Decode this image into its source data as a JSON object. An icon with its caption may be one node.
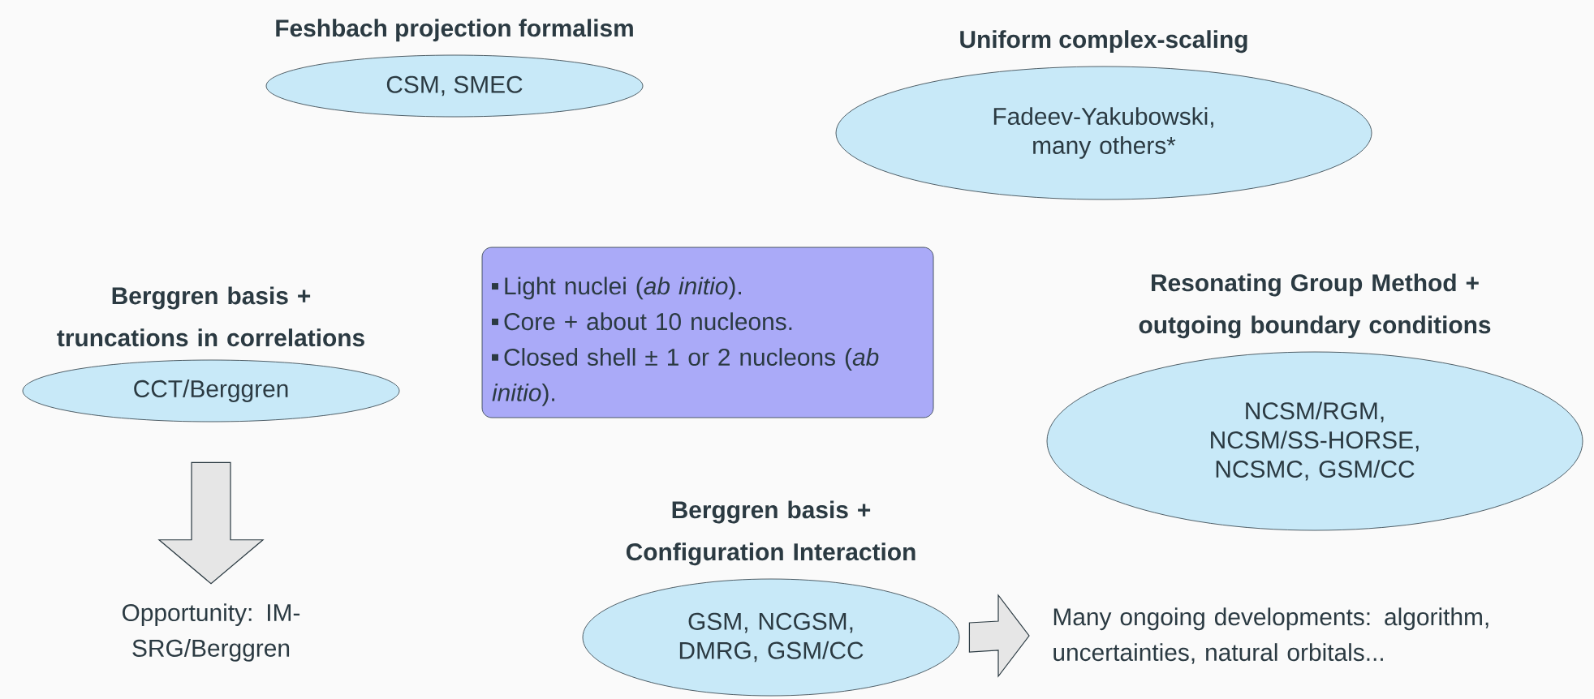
{
  "diagram": {
    "nodes": [
      {
        "text": [
          "Feshbach projection formalism",
          "CSM, SMEC"
        ]
      },
      {
        "text": [
          "Uniform complex-scaling",
          "Fadeev-Yakubowski, many others*"
        ]
      },
      {
        "text": [
          "Berggren basis + truncations in correlations",
          "CCT/Berggren"
        ]
      },
      {
        "text": [
          "Light nuclei (*ab initio*).",
          "Core + about 10 nucleons.",
          "Closed shell ± 1 or 2 nucleons (*ab initio*)."
        ]
      },
      {
        "text": [
          "Resonating Group Method + outgoing boundary conditions",
          "NCSM/RGM, NCSM/SS-HORSE, NCSMC, GSM/CC"
        ]
      },
      {
        "text": [
          "Opportunity: IM-SRG/Berggren"
        ]
      },
      {
        "text": [
          "Berggren basis + Configuration Interaction",
          "GSM, NCGSM, DMRG, GSM/CC"
        ]
      },
      {
        "text": [
          "Many ongoing developments: algorithm, uncertainties, natural orbitals..."
        ]
      }
    ],
    "edges": [
      {
        "from": 2,
        "to": 5,
        "arrow": "to"
      },
      {
        "from": 6,
        "to": 7,
        "arrow": "to"
      }
    ]
  }
}
